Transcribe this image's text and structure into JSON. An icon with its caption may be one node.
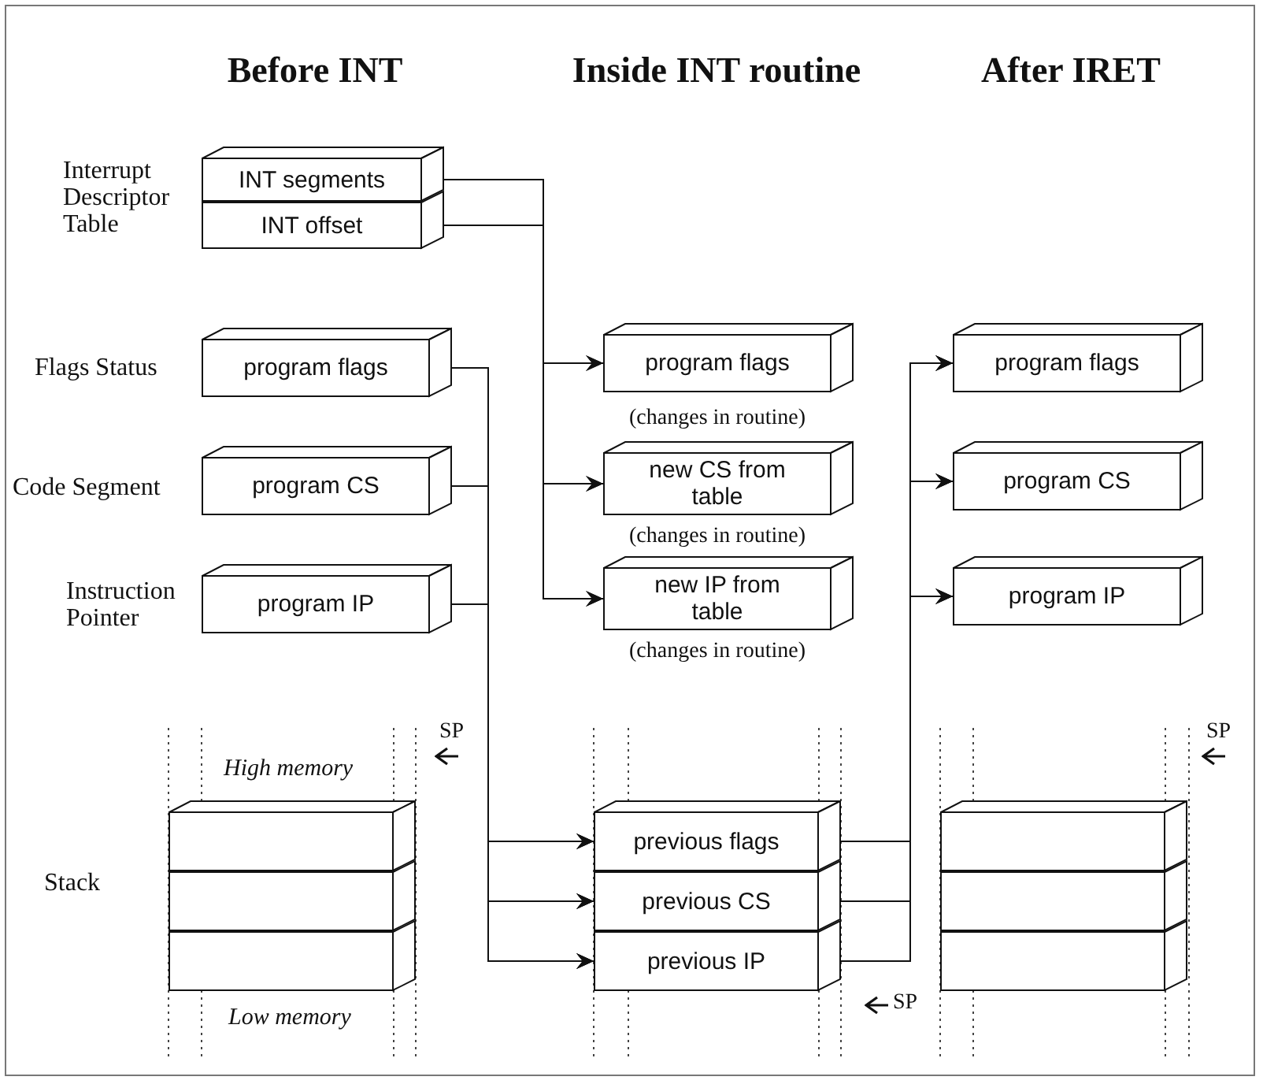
{
  "diagram": {
    "nodes": [
      {
        "text": [
          "INT segments"
        ]
      },
      {
        "text": [
          "INT offset"
        ]
      },
      {
        "text": [
          "program flags"
        ]
      },
      {
        "text": [
          "program CS"
        ]
      },
      {
        "text": [
          "program IP"
        ]
      },
      {
        "text": [],
        "shape": "box"
      },
      {
        "text": [],
        "shape": "box"
      },
      {
        "text": [],
        "shape": "box"
      },
      {
        "text": [
          "program flags"
        ],
        "beside": [
          "(changes in routine)"
        ]
      },
      {
        "text": [
          "new CS from table"
        ],
        "beside": [
          "(changes in routine)"
        ]
      },
      {
        "text": [
          "new IP from table"
        ],
        "beside": [
          "(changes in routine)"
        ]
      },
      {
        "text": [
          "previous flags"
        ]
      },
      {
        "text": [
          "previous CS"
        ]
      },
      {
        "text": [
          "previous IP"
        ]
      },
      {
        "text": [
          "program flags"
        ]
      },
      {
        "text": [
          "program CS"
        ]
      },
      {
        "text": [
          "program IP"
        ]
      },
      {
        "text": [],
        "shape": "box"
      },
      {
        "text": [],
        "shape": "box"
      },
      {
        "text": [],
        "shape": "box"
      }
    ],
    "edges": [
      {
        "from": 0,
        "to": 8,
        "arrow": "to"
      },
      {
        "from": 0,
        "to": 9,
        "arrow": "to"
      },
      {
        "from": 0,
        "to": 10,
        "arrow": "to"
      },
      {
        "from": 1,
        "to": 8,
        "arrow": "to"
      },
      {
        "from": 1,
        "to": 9,
        "arrow": "to"
      },
      {
        "from": 1,
        "to": 10,
        "arrow": "to"
      },
      {
        "from": 2,
        "to": 11,
        "arrow": "to"
      },
      {
        "from": 2,
        "to": 12,
        "arrow": "to"
      },
      {
        "from": 2,
        "to": 13,
        "arrow": "to"
      },
      {
        "from": 3,
        "to": 11,
        "arrow": "to"
      },
      {
        "from": 3,
        "to": 12,
        "arrow": "to"
      },
      {
        "from": 3,
        "to": 13,
        "arrow": "to"
      },
      {
        "from": 4,
        "to": 11,
        "arrow": "to"
      },
      {
        "from": 4,
        "to": 12,
        "arrow": "to"
      },
      {
        "from": 4,
        "to": 13,
        "arrow": "to"
      },
      {
        "from": 11,
        "to": 14,
        "arrow": "to"
      },
      {
        "from": 11,
        "to": 15,
        "arrow": "to"
      },
      {
        "from": 11,
        "to": 16,
        "arrow": "to"
      },
      {
        "from": 12,
        "to": 14,
        "arrow": "to"
      },
      {
        "from": 12,
        "to": 15,
        "arrow": "to"
      },
      {
        "from": 12,
        "to": 16,
        "arrow": "to"
      },
      {
        "from": 13,
        "to": 14,
        "arrow": "to"
      },
      {
        "from": 13,
        "to": 15,
        "arrow": "to"
      },
      {
        "from": 13,
        "to": 16,
        "arrow": "to"
      }
    ],
    "labels": [
      "Before INT",
      "Inside INT routine",
      "After IRET",
      "Interrupt Descriptor Table",
      "Flags Status",
      "Code Segment",
      "Instruction Pointer",
      "SP",
      "SP",
      "High memory",
      "Stack",
      "SP",
      "Low memory"
    ]
  }
}
